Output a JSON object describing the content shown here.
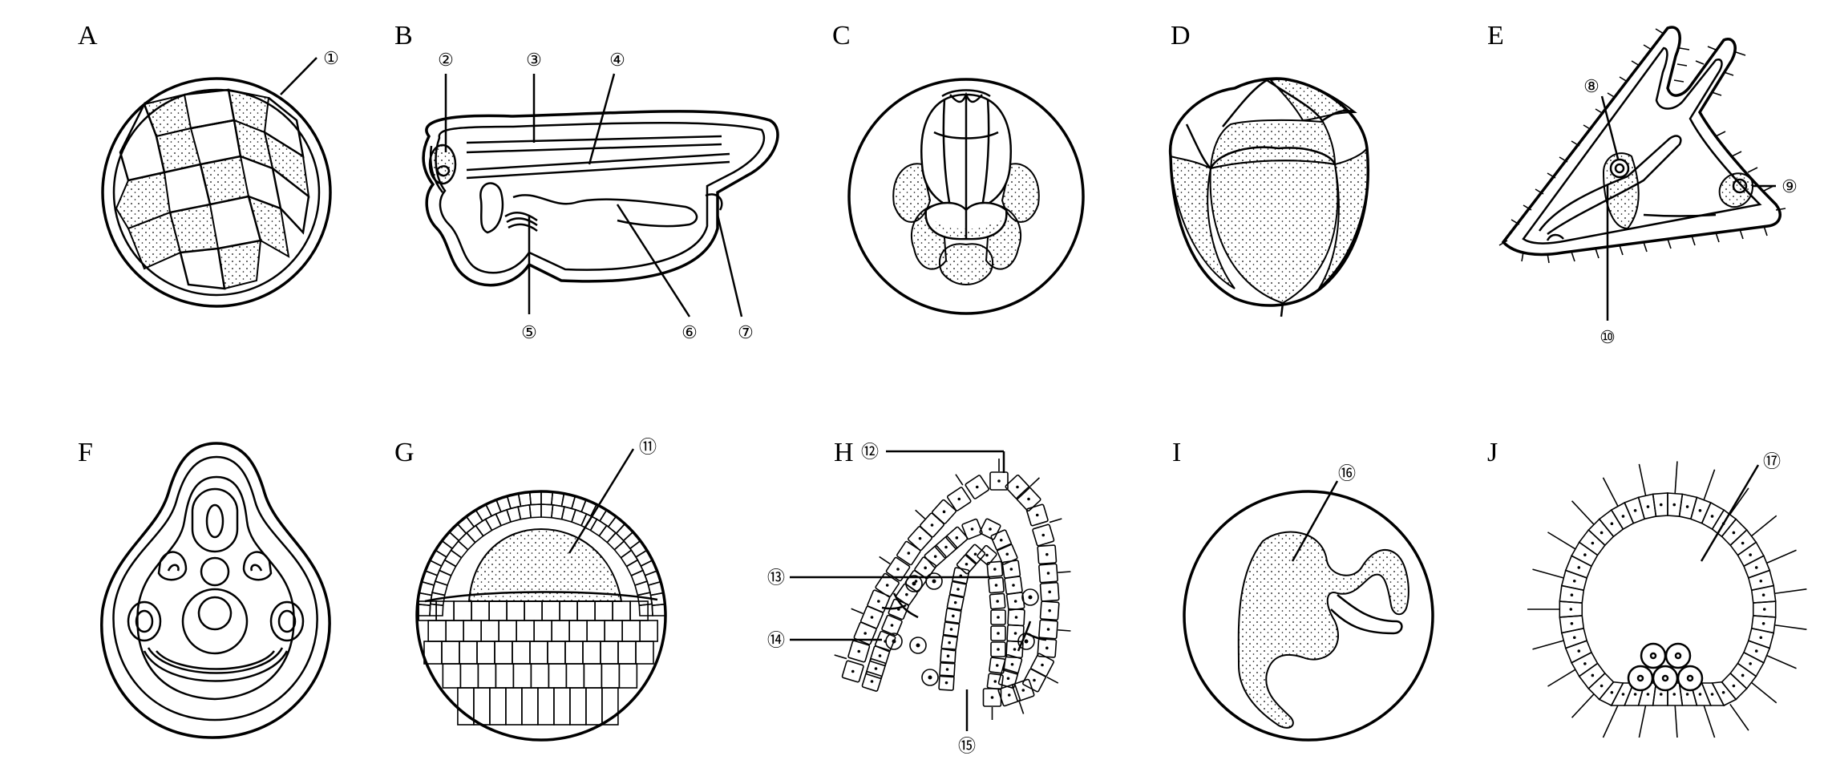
{
  "panels": [
    {
      "letter": "A"
    },
    {
      "letter": "B"
    },
    {
      "letter": "C"
    },
    {
      "letter": "D"
    },
    {
      "letter": "E"
    },
    {
      "letter": "F"
    },
    {
      "letter": "G"
    },
    {
      "letter": "H"
    },
    {
      "letter": "I"
    },
    {
      "letter": "J"
    }
  ],
  "callouts": [
    "①",
    "②",
    "③",
    "④",
    "⑤",
    "⑥",
    "⑦",
    "⑧",
    "⑨",
    "⑩",
    "⑪",
    "⑫",
    "⑬",
    "⑭",
    "⑮",
    "⑯",
    "⑰"
  ]
}
